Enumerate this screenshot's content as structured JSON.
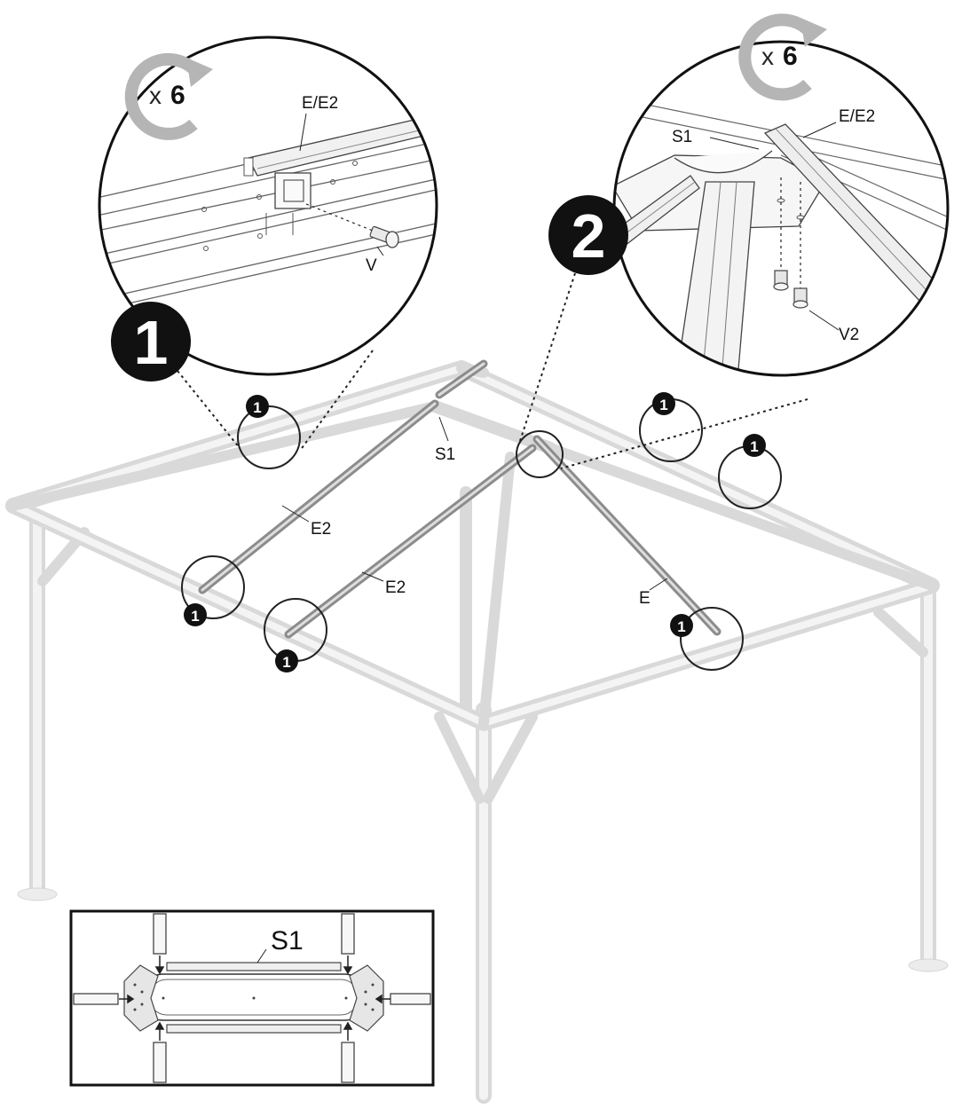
{
  "step1": {
    "number": "1",
    "repeat": "6",
    "times_symbol": "x",
    "parts": {
      "rafter": "E/E2",
      "screw": "V"
    }
  },
  "step2": {
    "number": "2",
    "repeat": "6",
    "times_symbol": "x",
    "parts": {
      "hub": "S1",
      "rafter": "E/E2",
      "screw": "V2"
    }
  },
  "main": {
    "marker": "1",
    "labels": {
      "hub": "S1",
      "rafter_a": "E2",
      "rafter_b": "E2",
      "rafter_c": "E"
    }
  },
  "inset": {
    "label": "S1"
  },
  "colors": {
    "frame": "#d9d9d9",
    "poles": "#8c8c8c",
    "ink": "#111111",
    "arrow": "#a6a6a6"
  }
}
